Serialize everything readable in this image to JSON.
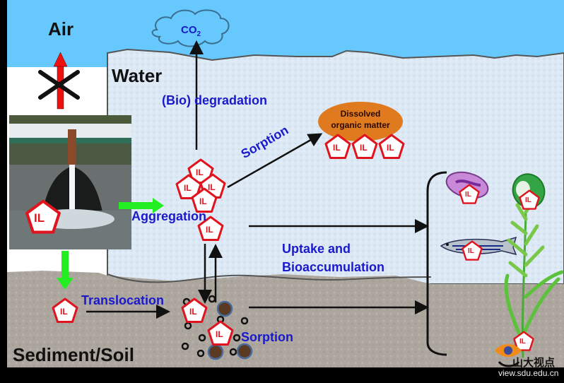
{
  "title": "Environmental fate of ionic liquids (IL)",
  "compartments": {
    "air": "Air",
    "water": "Water",
    "sediment": "Sediment/Soil"
  },
  "species": {
    "co2": "CO",
    "co2_sub": "2",
    "il": "IL",
    "dom_line1": "Dissolved",
    "dom_line2": "organic matter"
  },
  "processes": {
    "degradation": "(Bio) degradation",
    "sorption_water": "Sorption",
    "aggregation": "Aggregation",
    "uptake_line1": "Uptake and",
    "uptake_line2": "Bioaccumulation",
    "translocation": "Translocation",
    "sorption_sediment": "Sorption"
  },
  "organisms": [
    "cell",
    "algae",
    "zebrafish",
    "plant"
  ],
  "source": "wastewater discharge photo",
  "watermark": {
    "brand": "山大视点",
    "url": "view.sdu.edu.cn"
  },
  "colors": {
    "sky": "#66c8fc",
    "water": "#dde9f4",
    "sediment": "#aaa49c",
    "process_text": "#1a1acc",
    "il_red": "#e0141e",
    "green_arrow": "#22ee22",
    "dom": "#e07a1e"
  }
}
